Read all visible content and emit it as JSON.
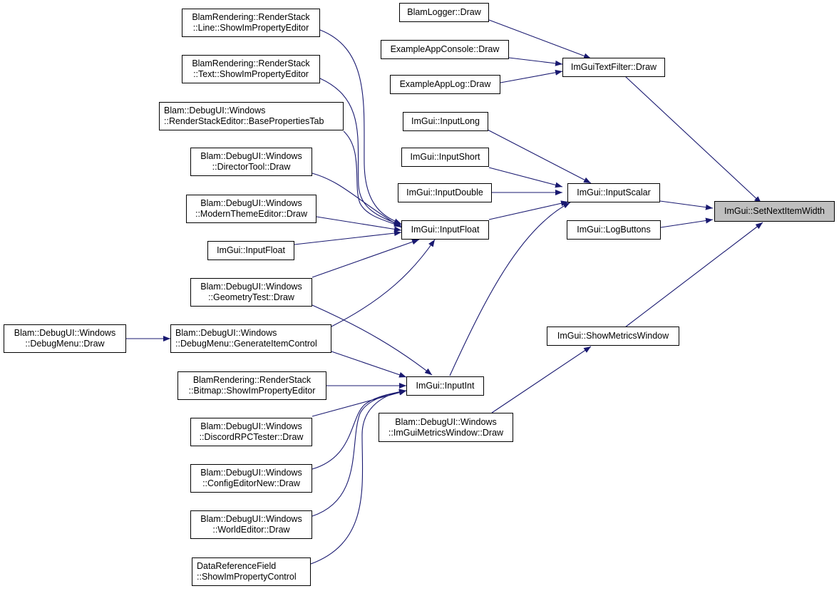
{
  "colors": {
    "edge": "#191970",
    "node_border": "#000000",
    "node_fill": "#ffffff",
    "highlight_fill": "#bfbfbf"
  },
  "nodes": {
    "set_next_item_width": {
      "l1": "ImGui::SetNextItemWidth"
    },
    "text_filter_draw": {
      "l1": "ImGuiTextFilter::Draw"
    },
    "logger_draw": {
      "l1": "BlamLogger::Draw"
    },
    "console_draw": {
      "l1": "ExampleAppConsole::Draw"
    },
    "applog_draw": {
      "l1": "ExampleAppLog::Draw"
    },
    "input_long": {
      "l1": "ImGui::InputLong"
    },
    "input_short": {
      "l1": "ImGui::InputShort"
    },
    "input_double": {
      "l1": "ImGui::InputDouble"
    },
    "input_scalar": {
      "l1": "ImGui::InputScalar"
    },
    "log_buttons": {
      "l1": "ImGui::LogButtons"
    },
    "input_float_main": {
      "l1": "ImGui::InputFloat"
    },
    "input_float_2": {
      "l1": "ImGui::InputFloat"
    },
    "show_metrics": {
      "l1": "ImGui::ShowMetricsWindow"
    },
    "metrics_window": {
      "l1": "Blam::DebugUI::Windows",
      "l2": "::ImGuiMetricsWindow::Draw"
    },
    "input_int": {
      "l1": "ImGui::InputInt"
    },
    "line_editor": {
      "l1": "BlamRendering::RenderStack",
      "l2": "::Line::ShowImPropertyEditor"
    },
    "text_editor": {
      "l1": "BlamRendering::RenderStack",
      "l2": "::Text::ShowImPropertyEditor"
    },
    "base_props": {
      "l1": "Blam::DebugUI::Windows",
      "l2": "::RenderStackEditor::BasePropertiesTab"
    },
    "director_tool": {
      "l1": "Blam::DebugUI::Windows",
      "l2": "::DirectorTool::Draw"
    },
    "theme_editor": {
      "l1": "Blam::DebugUI::Windows",
      "l2": "::ModernThemeEditor::Draw"
    },
    "geometry_test": {
      "l1": "Blam::DebugUI::Windows",
      "l2": "::GeometryTest::Draw"
    },
    "generate_item": {
      "l1": "Blam::DebugUI::Windows",
      "l2": "::DebugMenu::GenerateItemControl"
    },
    "debug_menu_draw": {
      "l1": "Blam::DebugUI::Windows",
      "l2": "::DebugMenu::Draw"
    },
    "bitmap_editor": {
      "l1": "BlamRendering::RenderStack",
      "l2": "::Bitmap::ShowImPropertyEditor"
    },
    "discord_rpc": {
      "l1": "Blam::DebugUI::Windows",
      "l2": "::DiscordRPCTester::Draw"
    },
    "config_editor": {
      "l1": "Blam::DebugUI::Windows",
      "l2": "::ConfigEditorNew::Draw"
    },
    "world_editor": {
      "l1": "Blam::DebugUI::Windows",
      "l2": "::WorldEditor::Draw"
    },
    "data_ref_field": {
      "l1": "DataReferenceField",
      "l2": "::ShowImPropertyControl"
    }
  }
}
